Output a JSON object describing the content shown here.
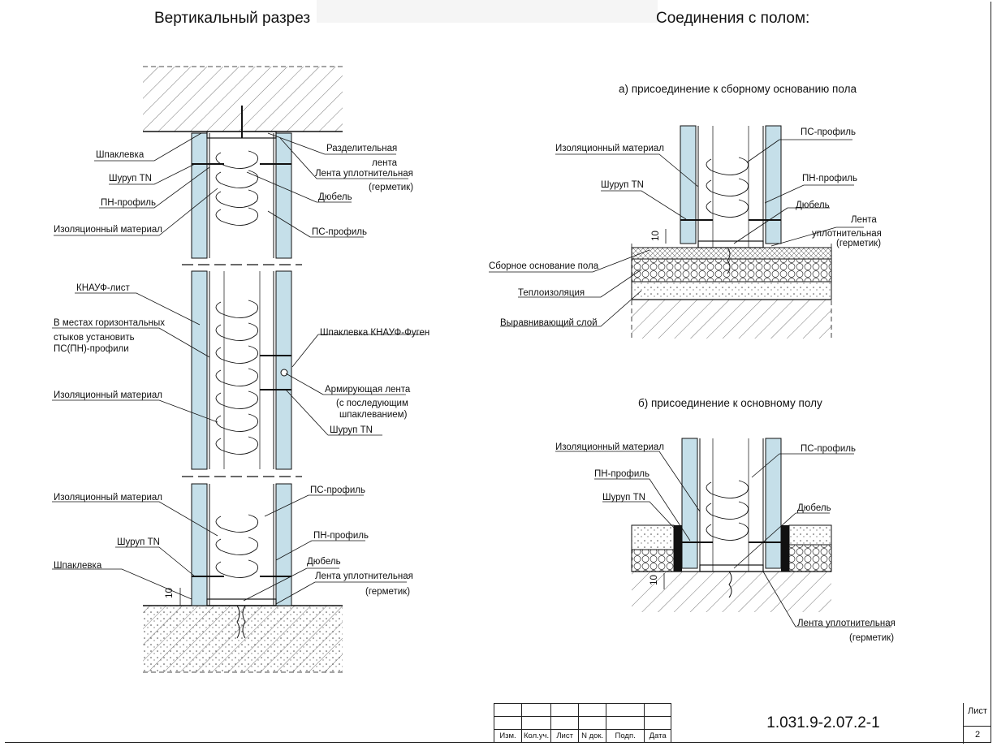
{
  "titles": {
    "left": "Вертикальный разрез",
    "right": "Соединения с полом:",
    "sub_a": "а) присоединение к сборному основанию пола",
    "sub_b": "б) присоединение к основному полу"
  },
  "labels_left": {
    "putty_top": "Шпаклевка",
    "screw_top": "Шуруп TN",
    "pn_top": "ПН-профиль",
    "insul_top": "Изоляционный материал",
    "sep_tape_1": "Разделительная",
    "sep_tape_2": "лента",
    "seal_tape_top": "Лента уплотнительная",
    "hermetic_top": "(герметик)",
    "dowel_top": "Дюбель",
    "ps_top": "ПС-профиль",
    "knauf_sheet": "КНАУФ-лист",
    "horiz_1": "В местах горизонтальных",
    "horiz_2": "стыков установить",
    "horiz_3": "ПС(ПН)-профили",
    "fugen": "Шпаклевка КНАУФ-Фуген",
    "insul_mid": "Изоляционный материал",
    "reinf_1": "Армирующая лента",
    "reinf_2": "(с последующим",
    "reinf_3": "шпаклеванием)",
    "screw_mid": "Шуруп TN",
    "insul_bot": "Изоляционный материал",
    "ps_bot": "ПС-профиль",
    "screw_bot": "Шуруп TN",
    "pn_bot": "ПН-профиль",
    "putty_bot": "Шпаклевка",
    "dowel_bot": "Дюбель",
    "seal_tape_bot": "Лента уплотнительная",
    "hermetic_bot": "(герметик)",
    "dim_10": "10"
  },
  "labels_a": {
    "insul": "Изоляционный материал",
    "screw": "Шуруп TN",
    "ps": "ПС-профиль",
    "pn": "ПН-профиль",
    "dowel": "Дюбель",
    "tape_1": "Лента",
    "tape_2": "уплотнительная",
    "tape_3": "(герметик)",
    "dim_10": "10",
    "base": "Сборное основание пола",
    "thermal": "Теплоизоляция",
    "level": "Выравнивающий слой"
  },
  "labels_b": {
    "insul": "Изоляционный материал",
    "pn": "ПН-профиль",
    "screw": "Шуруп TN",
    "ps": "ПС-профиль",
    "dowel": "Дюбель",
    "dim_10": "10",
    "tape_1": "Лента уплотнительная",
    "tape_2": "(герметик)"
  },
  "stamp": {
    "cols": [
      "Изм.",
      "Кол.уч.",
      "Лист",
      "N док.",
      "Подп.",
      "Дата"
    ],
    "code": "1.031.9-2.07.2-1",
    "sheet_label": "Лист",
    "sheet_number": "2"
  },
  "colors": {
    "board": "#c5dfe9",
    "line": "#1a1a1a",
    "hatch": "#333333"
  }
}
